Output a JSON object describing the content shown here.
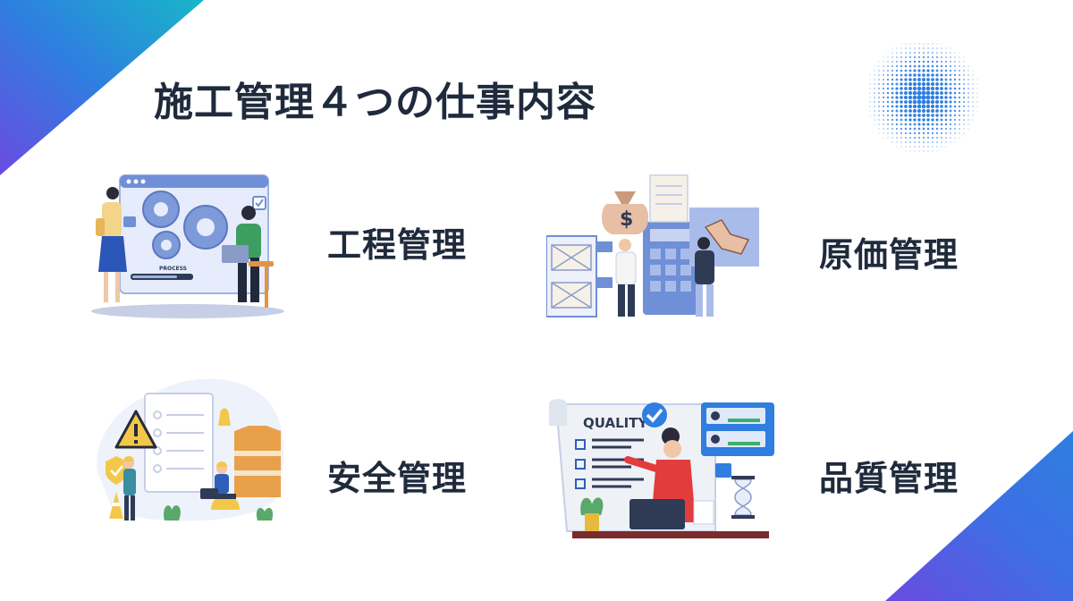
{
  "title": "施工管理４つの仕事内容",
  "items": [
    {
      "label": "工程管理",
      "illustration": "schedule-process-illustration"
    },
    {
      "label": "原価管理",
      "illustration": "cost-budget-illustration"
    },
    {
      "label": "安全管理",
      "illustration": "safety-worker-illustration"
    },
    {
      "label": "品質管理",
      "illustration": "quality-checklist-illustration"
    }
  ],
  "illustration_text": {
    "process": "PROCESS",
    "quality": "QUALITY",
    "dollar": "$"
  },
  "colors": {
    "heading": "#1f2a3c",
    "accent_blue": "#2f7ee0",
    "accent_purple": "#6a4be0",
    "accent_teal": "#18b6c8",
    "illustration_blue": "#6f8fd6"
  }
}
